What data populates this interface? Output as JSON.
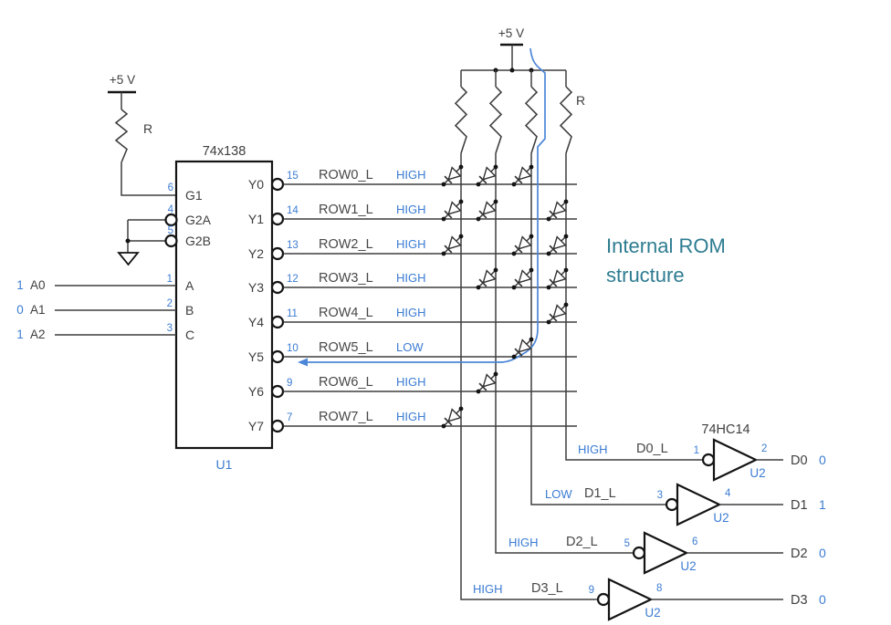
{
  "title": {
    "line1": "Internal ROM",
    "line2": "structure"
  },
  "colors": {
    "accent_blue": "#3B7CD2",
    "highlight_path_blue": "#4C86D8",
    "title_teal": "#2E7C91",
    "wire": "#3F3F3F",
    "ink": "#141414",
    "text_dark": "#3E3E3E"
  },
  "power_left": {
    "label": "+5 V",
    "resistor_label": "R"
  },
  "power_right": {
    "label": "+5 V",
    "resistor_label": "R"
  },
  "decoder": {
    "part": "74x138",
    "ref": "U1",
    "enable_pins": [
      {
        "pin": "6",
        "port": "G1",
        "bubble": false
      },
      {
        "pin": "4",
        "port": "G2A",
        "bubble": true
      },
      {
        "pin": "5",
        "port": "G2B",
        "bubble": true
      }
    ],
    "address_inputs": [
      {
        "value": "1",
        "label": "A0",
        "pin": "1",
        "port": "A"
      },
      {
        "value": "0",
        "label": "A1",
        "pin": "2",
        "port": "B"
      },
      {
        "value": "1",
        "label": "A2",
        "pin": "3",
        "port": "C"
      }
    ],
    "outputs": [
      {
        "port": "Y0",
        "pin": "15",
        "signal": "ROW0_L",
        "state": "HIGH"
      },
      {
        "port": "Y1",
        "pin": "14",
        "signal": "ROW1_L",
        "state": "HIGH"
      },
      {
        "port": "Y2",
        "pin": "13",
        "signal": "ROW2_L",
        "state": "HIGH"
      },
      {
        "port": "Y3",
        "pin": "12",
        "signal": "ROW3_L",
        "state": "HIGH"
      },
      {
        "port": "Y4",
        "pin": "11",
        "signal": "ROW4_L",
        "state": "HIGH"
      },
      {
        "port": "Y5",
        "pin": "10",
        "signal": "ROW5_L",
        "state": "LOW"
      },
      {
        "port": "Y6",
        "pin": "9",
        "signal": "ROW6_L",
        "state": "HIGH"
      },
      {
        "port": "Y7",
        "pin": "7",
        "signal": "ROW7_L",
        "state": "HIGH"
      }
    ]
  },
  "matrix": {
    "columns": [
      "D3",
      "D2",
      "D1",
      "D0"
    ],
    "diodes": [
      [
        1,
        1,
        1,
        0
      ],
      [
        1,
        1,
        0,
        1
      ],
      [
        1,
        0,
        1,
        1
      ],
      [
        0,
        1,
        1,
        1
      ],
      [
        0,
        0,
        0,
        1
      ],
      [
        0,
        0,
        1,
        0
      ],
      [
        0,
        1,
        0,
        0
      ],
      [
        1,
        0,
        0,
        0
      ]
    ]
  },
  "inverter_chip": {
    "part": "74HC14"
  },
  "gates": [
    {
      "state": "HIGH",
      "signal": "D0_L",
      "input_pin": "1",
      "output_pin": "2",
      "output": "D0",
      "value": "0",
      "ref": "U2"
    },
    {
      "state": "LOW",
      "signal": "D1_L",
      "input_pin": "3",
      "output_pin": "4",
      "output": "D1",
      "value": "1",
      "ref": "U2"
    },
    {
      "state": "HIGH",
      "signal": "D2_L",
      "input_pin": "5",
      "output_pin": "6",
      "output": "D2",
      "value": "0",
      "ref": "U2"
    },
    {
      "state": "HIGH",
      "signal": "D3_L",
      "input_pin": "9",
      "output_pin": "8",
      "output": "D3",
      "value": "0",
      "ref": "U2"
    }
  ]
}
